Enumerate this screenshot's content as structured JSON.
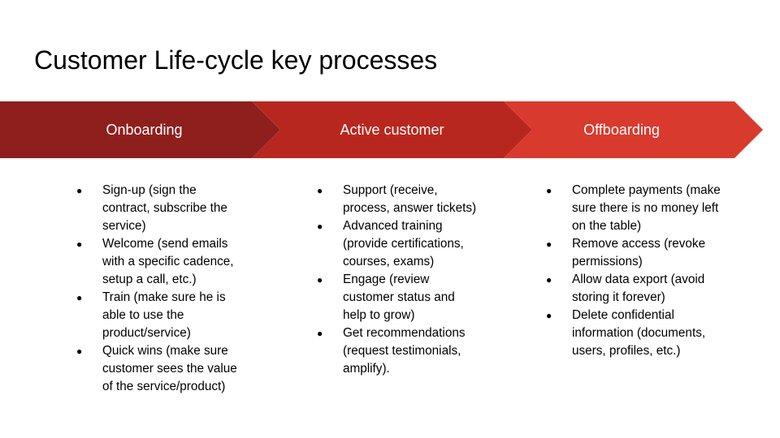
{
  "title": "Customer Life-cycle key processes",
  "colors": {
    "stage_1": "#8e1f1d",
    "stage_2": "#b8271f",
    "stage_3": "#d93a2e",
    "text_on_arrow": "#ffffff"
  },
  "stages": [
    {
      "label": "Onboarding",
      "items": [
        "Sign-up (sign the contract, subscribe the service)",
        "Welcome (send emails with a specific cadence, setup a call, etc.)",
        "Train (make sure he is able to use the product/service)",
        "Quick wins (make sure customer sees the value of the service/product)"
      ]
    },
    {
      "label": "Active customer",
      "items": [
        "Support (receive, process, answer tickets)",
        "Advanced training (provide certifications, courses, exams)",
        "Engage (review customer status and help to grow)",
        "Get recommendations (request testimonials, amplify)."
      ]
    },
    {
      "label": "Offboarding",
      "items": [
        "Complete payments (make sure there is no money left on the table)",
        "Remove access (revoke permissions)",
        "Allow data export (avoid storing it forever)",
        "Delete confidential information (documents, users, profiles, etc.)"
      ]
    }
  ]
}
